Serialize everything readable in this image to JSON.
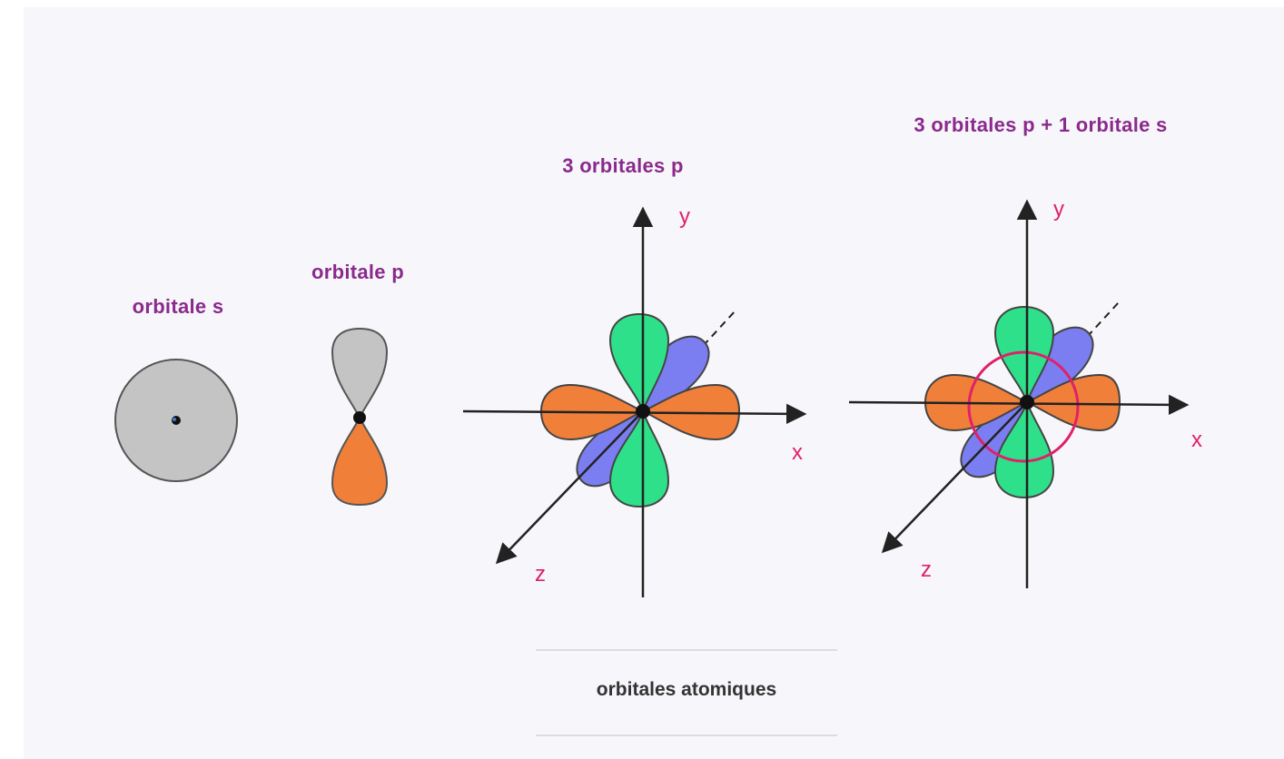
{
  "colors": {
    "background": "#f7f7fb",
    "title_text": "#8a2a8c",
    "axis_label": "#e0206a",
    "caption_text": "#333333",
    "s_orbital": "#c4c4c4",
    "p_upper_lobe": "#c4c4c4",
    "p_lower_lobe": "#f07f3a",
    "px_lobe": "#f07f3a",
    "py_lobe": "#2fe08a",
    "pz_lobe": "#7b7ef0",
    "hybrid_circle": "#e0206a",
    "axis": "#222222",
    "outline": "#444444",
    "divider": "#dddddd"
  },
  "panels": {
    "s": {
      "title": "orbitale s"
    },
    "p": {
      "title": "orbitale p"
    },
    "three_p": {
      "title": "3 orbitales p",
      "x_label": "x",
      "y_label": "y",
      "z_label": "z"
    },
    "three_p_s": {
      "title": "3 orbitales p + 1 orbitale s",
      "x_label": "x",
      "y_label": "y",
      "z_label": "z"
    }
  },
  "caption": "orbitales atomiques"
}
